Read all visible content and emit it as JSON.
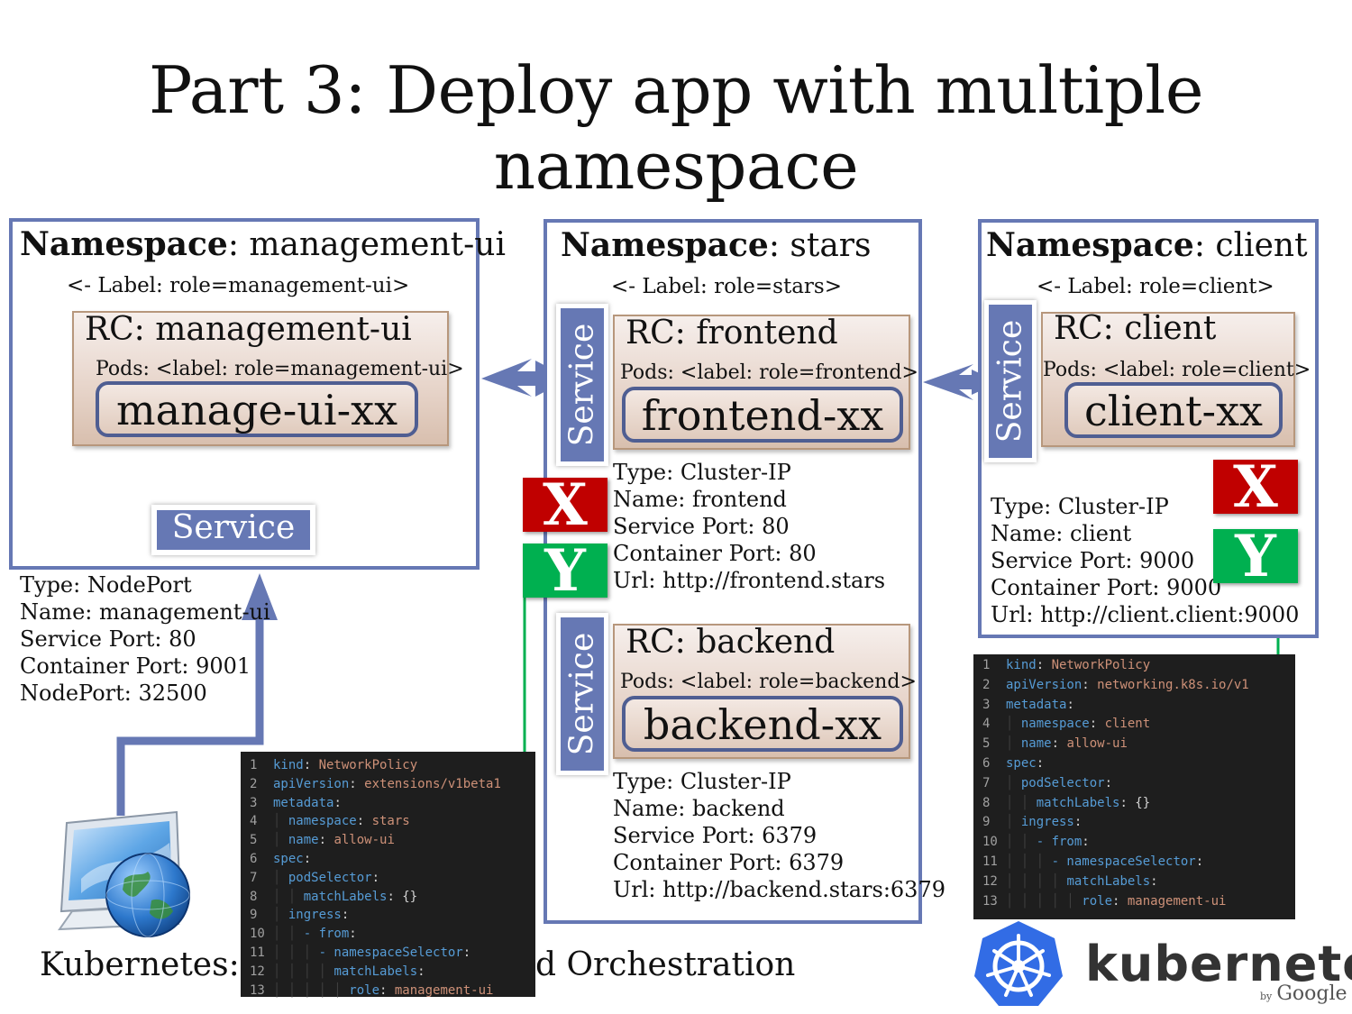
{
  "title": "Part 3: Deploy app with multiple namespace",
  "namespaces": {
    "management": {
      "head_bold": "Namespace",
      "head_rest": ": management-ui",
      "label": "<- Label: role=management-ui>",
      "rc_title": "RC: management-ui",
      "pods": "Pods: <label: role=management-ui>",
      "pod": "manage-ui-xx",
      "service": "Service",
      "info": [
        "Type: NodePort",
        "Name: management-ui",
        "Service Port: 80",
        "Container Port: 9001",
        "NodePort: 32500"
      ]
    },
    "stars": {
      "head_bold": "Namespace",
      "head_rest": ": stars",
      "label": "<- Label: role=stars>",
      "frontend": {
        "service": "Service",
        "rc_title": "RC: frontend",
        "pods": "Pods: <label: role=frontend>",
        "pod": "frontend-xx",
        "info": [
          "Type: Cluster-IP",
          "Name: frontend",
          "Service Port: 80",
          "Container Port: 80",
          "Url: http://frontend.stars"
        ]
      },
      "backend": {
        "service": "Service",
        "rc_title": "RC: backend",
        "pods": "Pods: <label: role=backend>",
        "pod": "backend-xx",
        "info": [
          "Type: Cluster-IP",
          "Name: backend",
          "Service Port: 6379",
          "Container Port: 6379",
          "Url: http://backend.stars:6379"
        ]
      }
    },
    "client": {
      "head_bold": "Namespace",
      "head_rest": ": client",
      "label": "<- Label: role=client>",
      "service": "Service",
      "rc_title": "RC: client",
      "pods": "Pods: <label: role=client>",
      "pod": "client-xx",
      "info": [
        "Type: Cluster-IP",
        "Name: client",
        "Service Port: 9000",
        "Container Port: 9000",
        "Url: http://client.client:9000"
      ]
    }
  },
  "markers": {
    "x": "X",
    "y": "Y"
  },
  "code_left": {
    "numbers": [
      "1",
      "2",
      "3",
      "4",
      "5",
      "6",
      "7",
      "8",
      "9",
      "10",
      "11",
      "12",
      "13"
    ],
    "lines": [
      [
        "kind",
        ": ",
        "NetworkPolicy"
      ],
      [
        "apiVersion",
        ": ",
        "extensions/v1beta1"
      ],
      [
        "metadata",
        ":",
        ""
      ],
      [
        "namespace",
        ": ",
        "stars"
      ],
      [
        "name",
        ": ",
        "allow-ui"
      ],
      [
        "spec",
        ":",
        ""
      ],
      [
        "podSelector",
        ":",
        ""
      ],
      [
        "matchLabels",
        ": ",
        "{}"
      ],
      [
        "ingress",
        ":",
        ""
      ],
      [
        "- from",
        ":",
        ""
      ],
      [
        "- namespaceSelector",
        ":",
        ""
      ],
      [
        "matchLabels",
        ":",
        ""
      ],
      [
        "role",
        ": ",
        "management-ui"
      ]
    ]
  },
  "code_right": {
    "numbers": [
      "1",
      "2",
      "3",
      "4",
      "5",
      "6",
      "7",
      "8",
      "9",
      "10",
      "11",
      "12",
      "13"
    ],
    "lines": [
      [
        "kind",
        ": ",
        "NetworkPolicy"
      ],
      [
        "apiVersion",
        ": ",
        "networking.k8s.io/v1"
      ],
      [
        "metadata",
        ":",
        ""
      ],
      [
        "namespace",
        ": ",
        "client"
      ],
      [
        "name",
        ": ",
        "allow-ui"
      ],
      [
        "spec",
        ":",
        ""
      ],
      [
        "podSelector",
        ":",
        ""
      ],
      [
        "matchLabels",
        ": ",
        "{}"
      ],
      [
        "ingress",
        ":",
        ""
      ],
      [
        "- from",
        ":",
        ""
      ],
      [
        "- namespaceSelector",
        ":",
        ""
      ],
      [
        "matchLabels",
        ":",
        ""
      ],
      [
        "role",
        ": ",
        "management-ui"
      ]
    ]
  },
  "footer": {
    "left": "Kubernetes: F",
    "right": "d Orchestration"
  },
  "logo": {
    "word": "kubernetes",
    "by": "by",
    "google": "Google"
  },
  "colors": {
    "namespace_border": "#6678b4",
    "service_fill": "#6678b4",
    "deny": "#c00000",
    "allow": "#00b050"
  }
}
